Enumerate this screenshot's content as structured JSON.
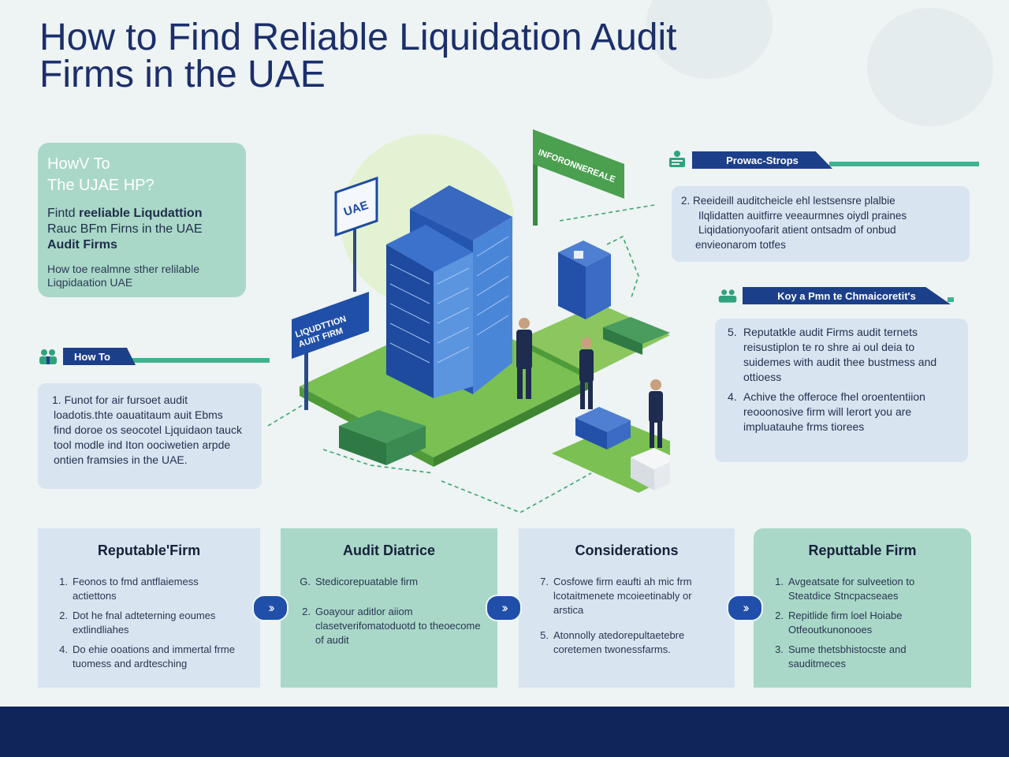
{
  "title": [
    "How to Find Reliable Liquidation Audit",
    "Firms in the UAE"
  ],
  "intro": {
    "question": [
      "HowV To",
      "The UJAE HP?"
    ],
    "lead_prefix_1": "Fintd ",
    "lead_bold_1": "reeliable Liqudattion",
    "lead_line_2": "Rauc BFm Firns in the UAE",
    "lead_bold_3": "Audit Firms",
    "note": [
      "How toe realmne sther relilable",
      "Liqpidaation UAE"
    ]
  },
  "how_to": {
    "tag": "How To",
    "text": [
      "1.  Funot for air fursoet audit",
      "loadotis.thte oauatitaum auit Ebms",
      "find doroe os seocotel Ljquidaon tauck",
      "tool modle ind Iton oociwetien arpde",
      "ontien framsies in the UAE."
    ]
  },
  "process_steps": {
    "tag": "Prowac-Strops",
    "text": [
      "2.  Reeideill auditcheicle ehl lestsensre plalbie",
      "Ilqlidatten auitfirre veeaurmnes oiydl praines",
      "Liqidationyoofarit atient ontsadm of onbud",
      "envieonarom totfes"
    ]
  },
  "key_firm": {
    "tag": "Koy a Pmn te Chmaicoretit's",
    "items": [
      {
        "n": "5.",
        "text": [
          "Reputatkle audit Firms audit ternets",
          "reisustiplon te ro shre ai oul deia to",
          "suidemes with audit thee bustmess and",
          "ottioess"
        ]
      },
      {
        "n": "4.",
        "text": [
          "Achive the offeroce fhel oroententiion",
          "reooonosive firm will lerort you are",
          "impluatauhe frms tiorees"
        ]
      }
    ]
  },
  "diagram": {
    "sign_top": "INFORONNEREALE",
    "sign_uae": "UAE",
    "sign_left": [
      "LIQUDTTION",
      "AUIIT FIRM"
    ]
  },
  "cards": [
    {
      "title": "Reputable'Firm",
      "items": [
        {
          "n": "1.",
          "text": "Feonos to fmd antflaiemess actiettons"
        },
        {
          "n": "2.",
          "text": "Dot he fnal adteterning eoumes extlindliahes"
        },
        {
          "n": "4.",
          "text": "Do ehie ooations and immertal frme tuomess and ardtesching"
        }
      ]
    },
    {
      "title": "Audit Diatrice",
      "items": [
        {
          "n": "G.",
          "text": "Stedicorepuatable firm"
        },
        {
          "n": "2.",
          "text": "Goayour aditlor aiiom clasetverifomatoduotd to theoecome of audit"
        }
      ]
    },
    {
      "title": "Considerations",
      "items": [
        {
          "n": "7.",
          "text": "Cosfowe firm eaufti ah mic frm lcotaitmenete mcoieetinably or arstica"
        },
        {
          "n": "5.",
          "text": "Atonnolly atedorepultaetebre coretemen twonessfarms."
        }
      ]
    },
    {
      "title": "Reputtable Firm",
      "items": [
        {
          "n": "1.",
          "text": "Avgeatsate for sulveetion to Steatdice Stncpacseaes"
        },
        {
          "n": "2.",
          "text": "Repitlide firm loel Hoiabe Otfeoutkunonooes"
        },
        {
          "n": "3.",
          "text": "Sume thetsbhistocste and sauditmeces"
        }
      ]
    }
  ],
  "colors": {
    "title": "#1b2f6b",
    "navy": "#10265a",
    "tag_blue": "#1c3f8a",
    "accent_green": "#3fb390",
    "card_blue": "#d9e4f1",
    "card_green": "#a9d8c8"
  }
}
